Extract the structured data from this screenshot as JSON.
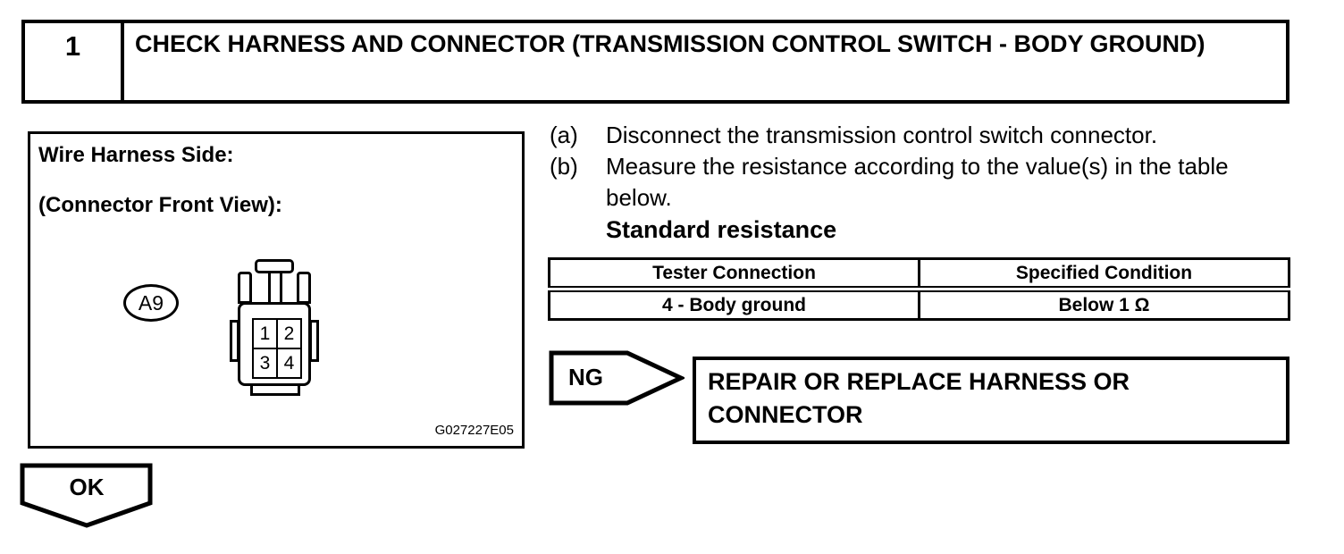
{
  "colors": {
    "ink": "#000000",
    "paper": "#ffffff"
  },
  "step": {
    "number": "1",
    "title": "CHECK HARNESS AND CONNECTOR (TRANSMISSION CONTROL SWITCH - BODY GROUND)"
  },
  "figure": {
    "label_line1": "Wire Harness Side:",
    "label_line2": "(Connector Front View):",
    "connector_id": "A9",
    "pins": [
      "1",
      "2",
      "3",
      "4"
    ],
    "code": "G027227E05"
  },
  "instructions": {
    "a": {
      "label": "(a)",
      "text": "Disconnect the transmission control switch connector."
    },
    "b": {
      "label": "(b)",
      "text": "Measure the resistance according to the value(s) in the table below."
    }
  },
  "standard_resistance": {
    "heading": "Standard resistance",
    "table": {
      "headers": [
        "Tester Connection",
        "Specified Condition"
      ],
      "rows": [
        {
          "tester_connection": "4 - Body ground",
          "specified_condition": "Below 1 Ω"
        }
      ]
    }
  },
  "flow": {
    "ng_label": "NG",
    "ng_action": "REPAIR OR REPLACE HARNESS OR CONNECTOR",
    "ok_label": "OK"
  }
}
